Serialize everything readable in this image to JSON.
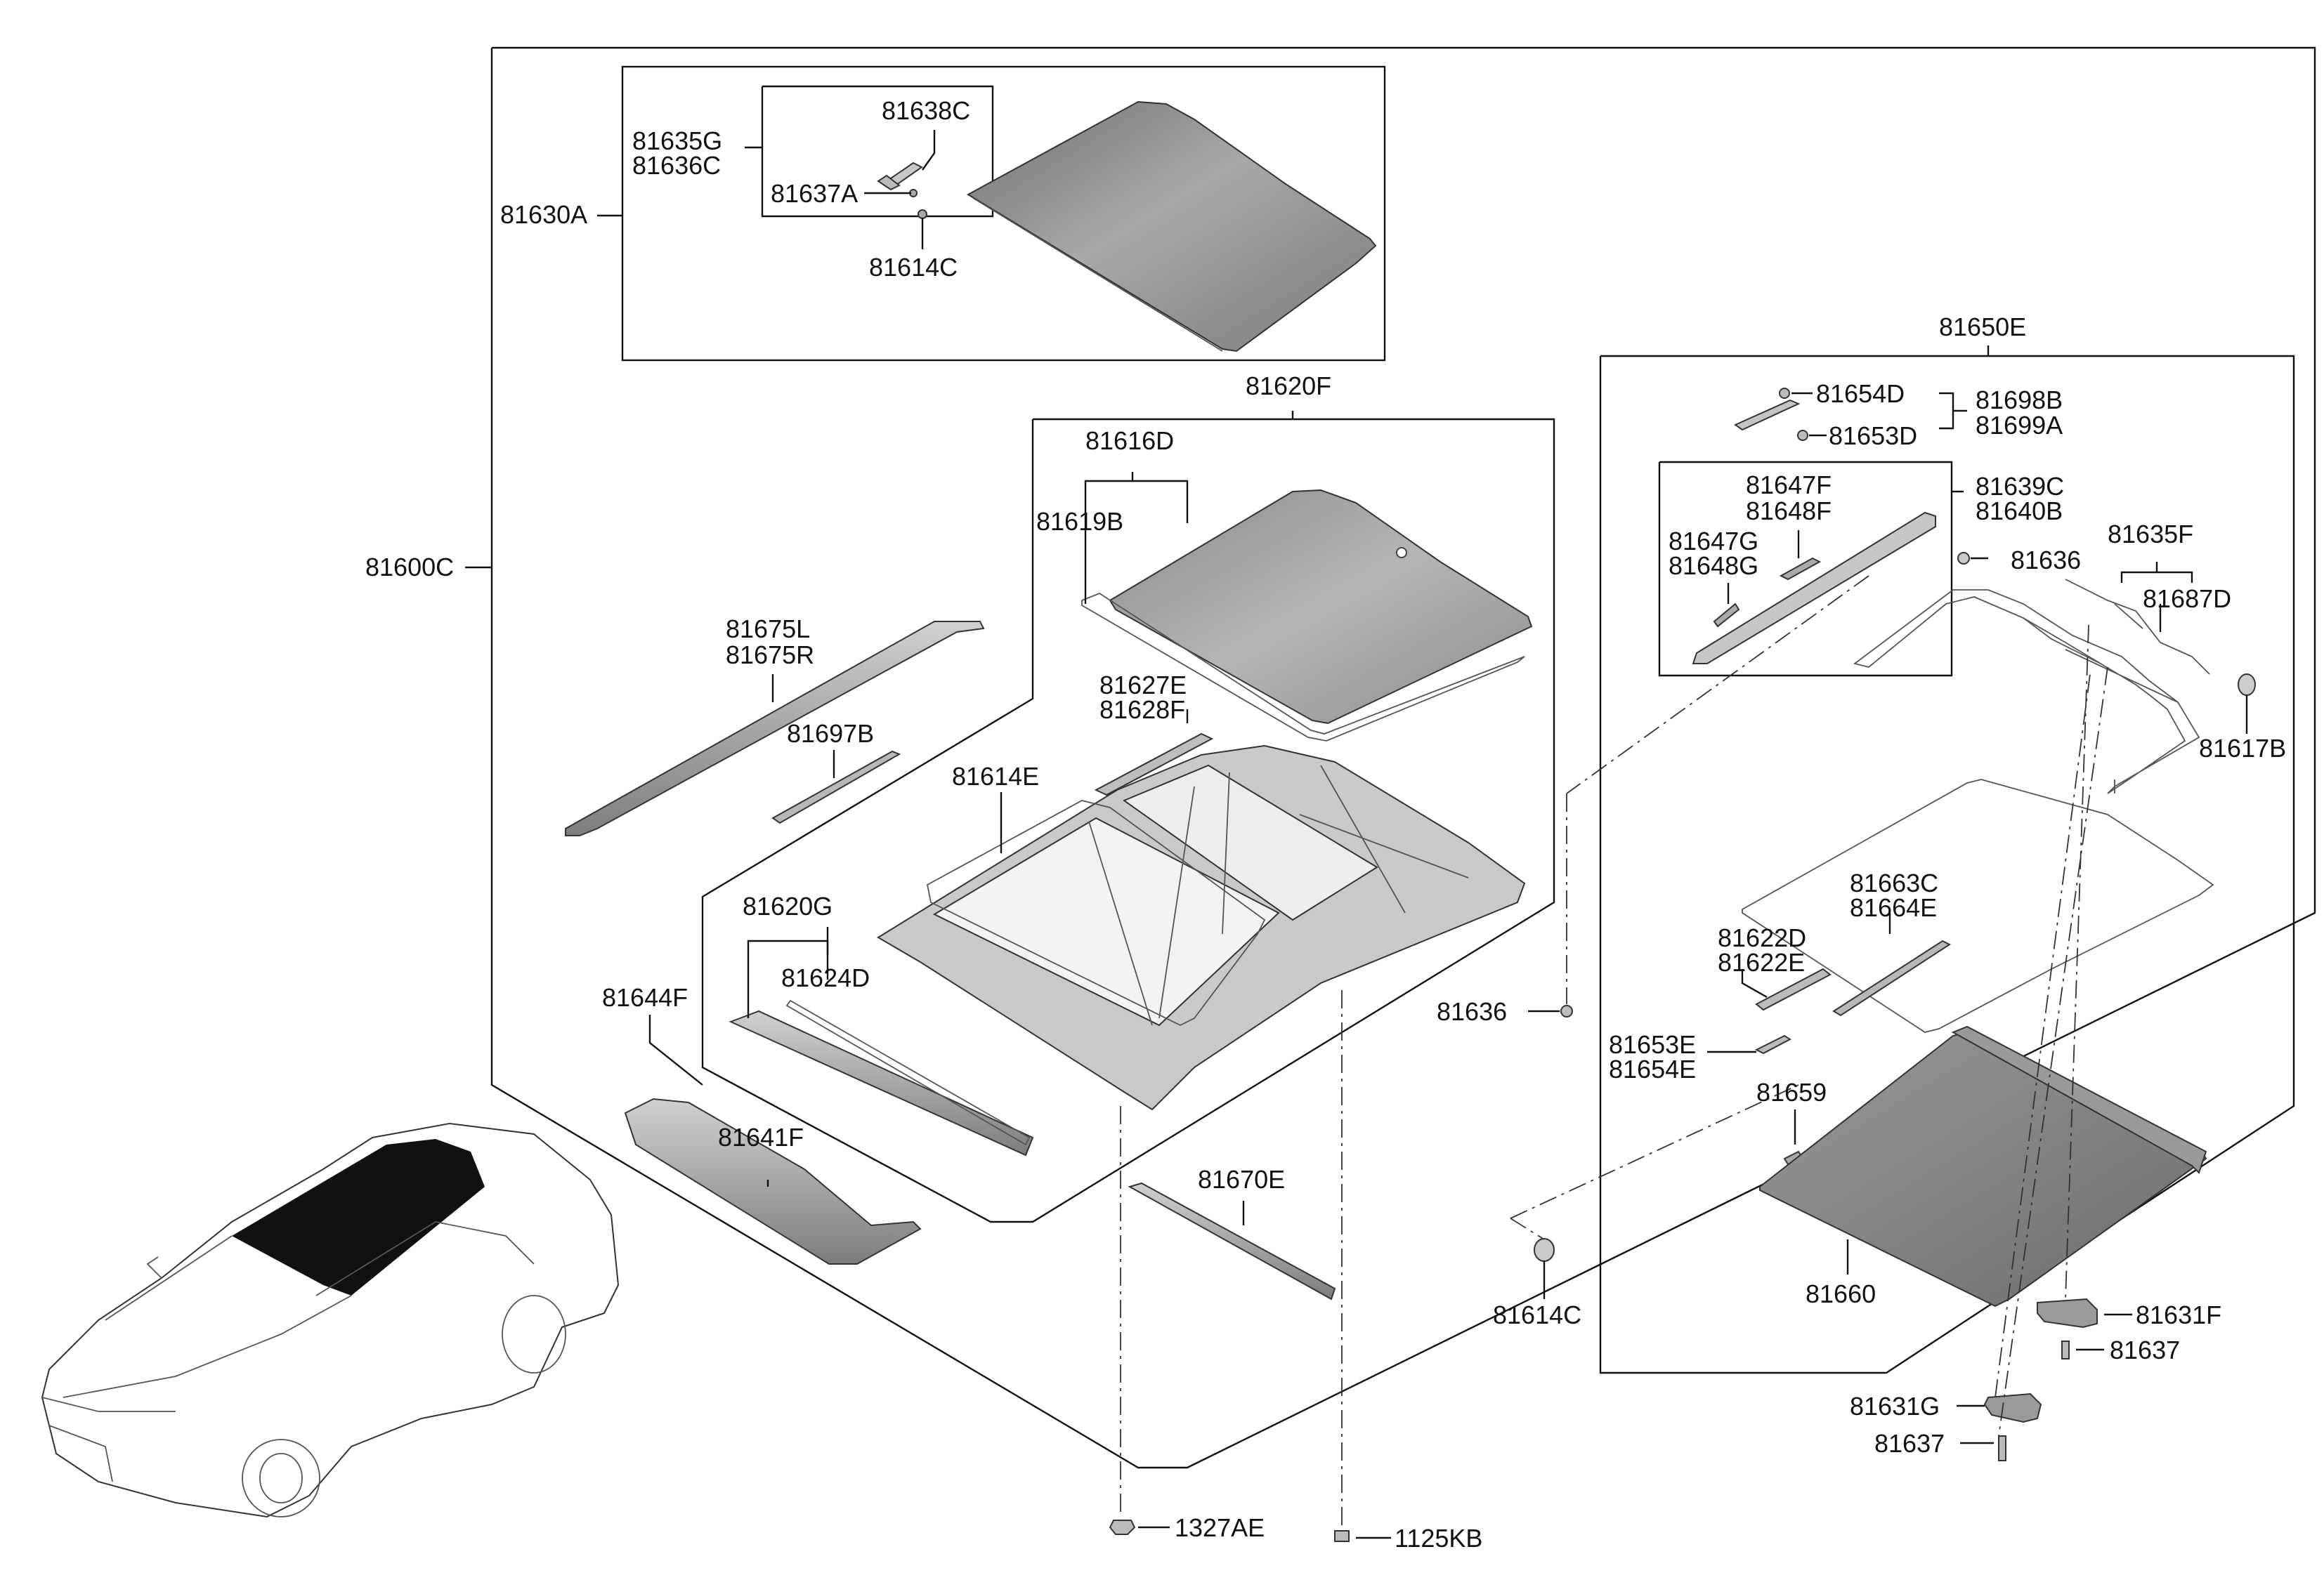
{
  "labels": {
    "p81630A": "81630A",
    "p81635G": "81635G",
    "p81636C": "81636C",
    "p81638C": "81638C",
    "p81637A": "81637A",
    "p81614C_top": "81614C",
    "p81600C": "81600C",
    "p81620F": "81620F",
    "p81616D": "81616D",
    "p81619B": "81619B",
    "p81675L": "81675L",
    "p81675R": "81675R",
    "p81697B": "81697B",
    "p81627E": "81627E",
    "p81628F": "81628F",
    "p81614E": "81614E",
    "p81620G": "81620G",
    "p81624D": "81624D",
    "p81644F": "81644F",
    "p81641F": "81641F",
    "p81670E": "81670E",
    "p1327AE": "1327AE",
    "p1125KB": "1125KB",
    "p81636_left": "81636",
    "p81650E": "81650E",
    "p81654D": "81654D",
    "p81698B": "81698B",
    "p81699A": "81699A",
    "p81653D": "81653D",
    "p81647F": "81647F",
    "p81648F": "81648F",
    "p81639C": "81639C",
    "p81640B": "81640B",
    "p81647G": "81647G",
    "p81648G": "81648G",
    "p81636_right": "81636",
    "p81635F": "81635F",
    "p81687D": "81687D",
    "p81617B": "81617B",
    "p81663C": "81663C",
    "p81664E": "81664E",
    "p81622D": "81622D",
    "p81622E": "81622E",
    "p81653E": "81653E",
    "p81654E": "81654E",
    "p81659": "81659",
    "p81660": "81660",
    "p81614C_bottom": "81614C",
    "p81631F": "81631F",
    "p81637_upper": "81637",
    "p81631G": "81631G",
    "p81637_lower": "81637"
  }
}
